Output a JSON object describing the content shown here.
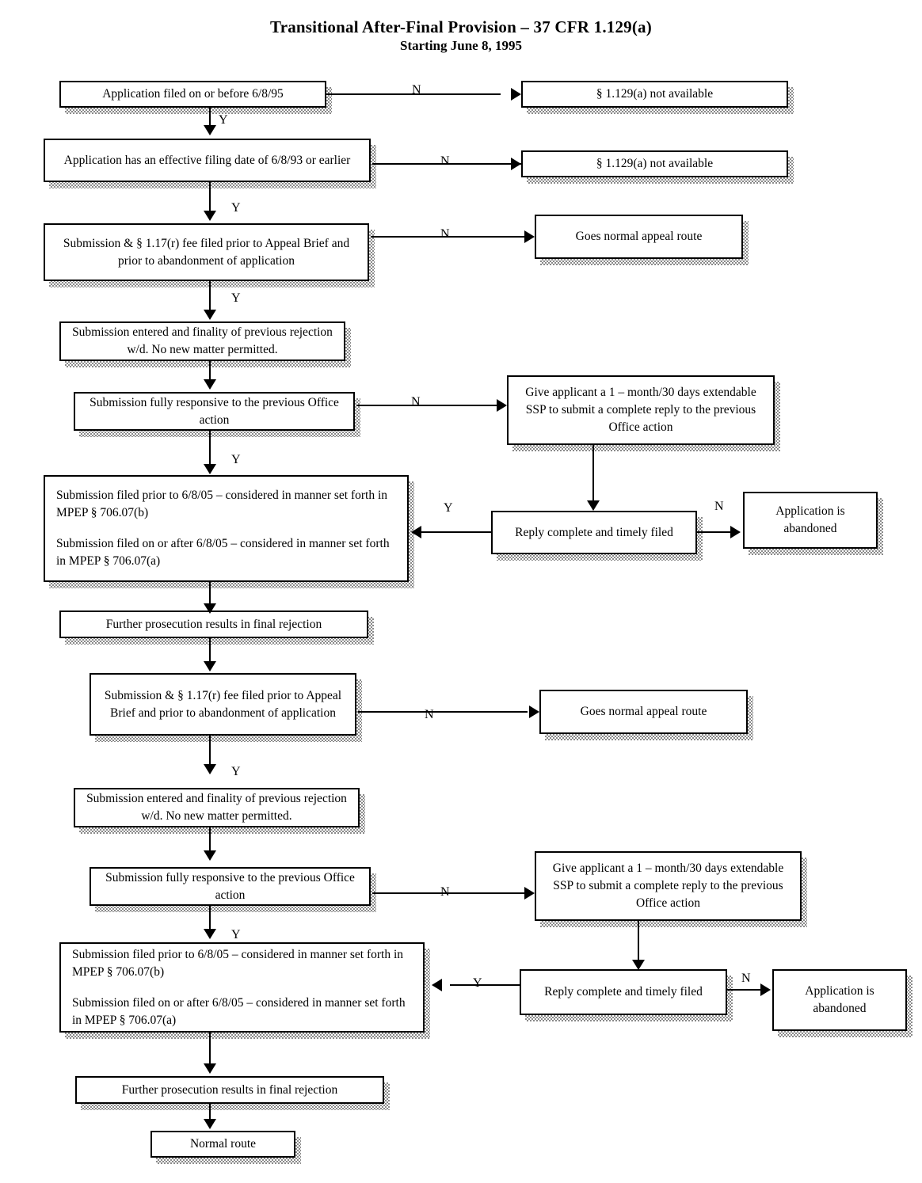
{
  "title": {
    "line1": "Transitional After-Final Provision – 37 CFR 1.129(a)",
    "line2": "Starting June 8, 1995"
  },
  "branch_labels": {
    "yes": "Y",
    "no": "N"
  },
  "nodes": {
    "n1_filed_before": "Application filed on or before 6/8/95",
    "n1_not_available": "§ 1.129(a) not available",
    "n2_effective_date": "Application has an effective filing date of 6/8/93 or earlier",
    "n2_not_available": "§ 1.129(a) not available",
    "n3_submission_fee": "Submission & § 1.17(r) fee filed prior to Appeal Brief and prior to abandonment of application",
    "n3_appeal_route": "Goes normal appeal route",
    "n4_submission_entered": "Submission entered and finality of previous rejection w/d.  No new matter permitted.",
    "n5_fully_responsive": "Submission fully responsive to the previous Office action",
    "n5_ssp": "Give applicant a 1 – month/30 days extendable SSP to submit a complete reply to the previous Office action",
    "n6_mpep_a": "Submission filed prior to 6/8/05 – considered in manner set forth in MPEP § 706.07(b)",
    "n6_mpep_b": "Submission filed on or after 6/8/05 – considered in manner set forth in MPEP § 706.07(a)",
    "n6_reply_complete": "Reply complete and timely filed",
    "n6_abandoned": "Application is abandoned",
    "n7_further_prosecution": "Further prosecution results in final rejection",
    "n8_submission_fee": "Submission & § 1.17(r) fee filed prior to Appeal Brief and prior to abandonment of application",
    "n8_appeal_route": "Goes normal appeal route",
    "n9_submission_entered": "Submission entered and finality of previous rejection w/d.  No new matter permitted.",
    "n10_fully_responsive": "Submission fully responsive to the previous Office action",
    "n10_ssp": "Give applicant a 1 – month/30 days extendable SSP to submit a complete reply to the previous Office action",
    "n11_mpep_a": "Submission filed prior to 6/8/05 – considered in manner set forth in MPEP § 706.07(b)",
    "n11_mpep_b": "Submission filed on or after 6/8/05 – considered in manner set forth in MPEP § 706.07(a)",
    "n11_reply_complete": "Reply complete and timely filed",
    "n11_abandoned": "Application is abandoned",
    "n12_further_prosecution": "Further prosecution results in final rejection",
    "n13_normal_route": "Normal route"
  },
  "colors": {
    "line": "#000000",
    "box_fill": "#ffffff",
    "shadow": "#8a8a8a"
  }
}
